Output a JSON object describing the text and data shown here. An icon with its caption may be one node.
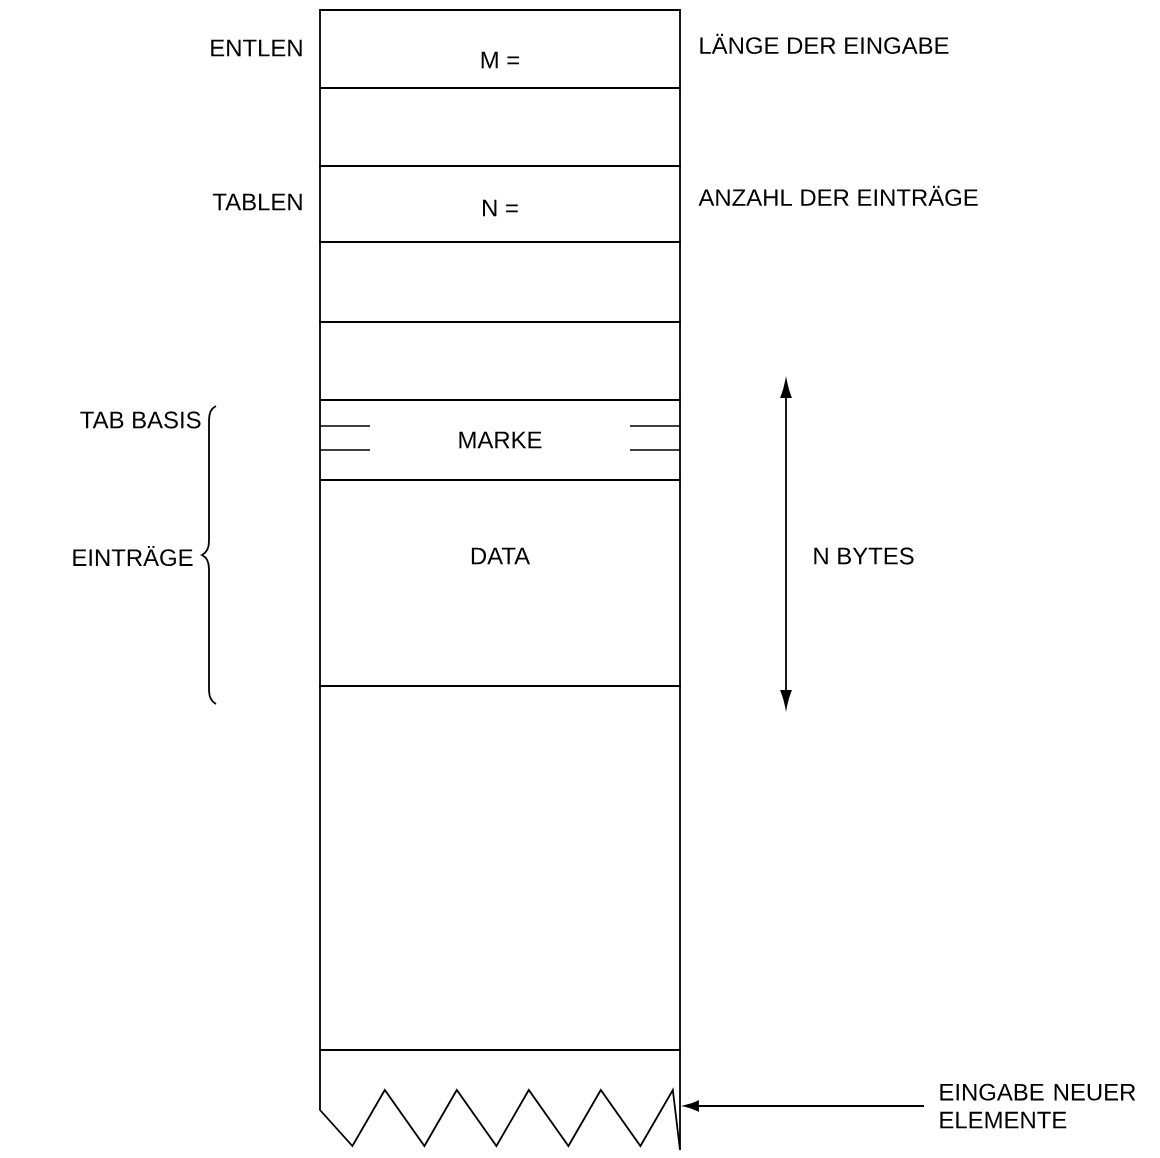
{
  "diagram": {
    "nodes": [
      {
        "text": [
          "M ="
        ],
        "beside": [
          "ENTLEN",
          "LÄNGE DER EINGABE"
        ]
      },
      {
        "text": [],
        "shape": "box"
      },
      {
        "text": [
          "N ="
        ],
        "beside": [
          "TABLEN",
          "ANZAHL DER EINTRÄGE"
        ]
      },
      {
        "text": [],
        "shape": "box"
      },
      {
        "text": [],
        "shape": "box"
      },
      {
        "text": [
          "MARKE"
        ]
      },
      {
        "text": [
          "DATA"
        ]
      },
      {
        "text": [],
        "shape": "box"
      },
      {
        "text": [],
        "shape": "box"
      },
      {
        "text": [
          "EINGABE NEUER ELEMENTE"
        ]
      }
    ],
    "edges": [
      {
        "from": 9,
        "to": 8,
        "arrow": "to"
      }
    ],
    "labels": [
      "TAB BASIS",
      "EINTRÄGE",
      "N BYTES"
    ]
  }
}
